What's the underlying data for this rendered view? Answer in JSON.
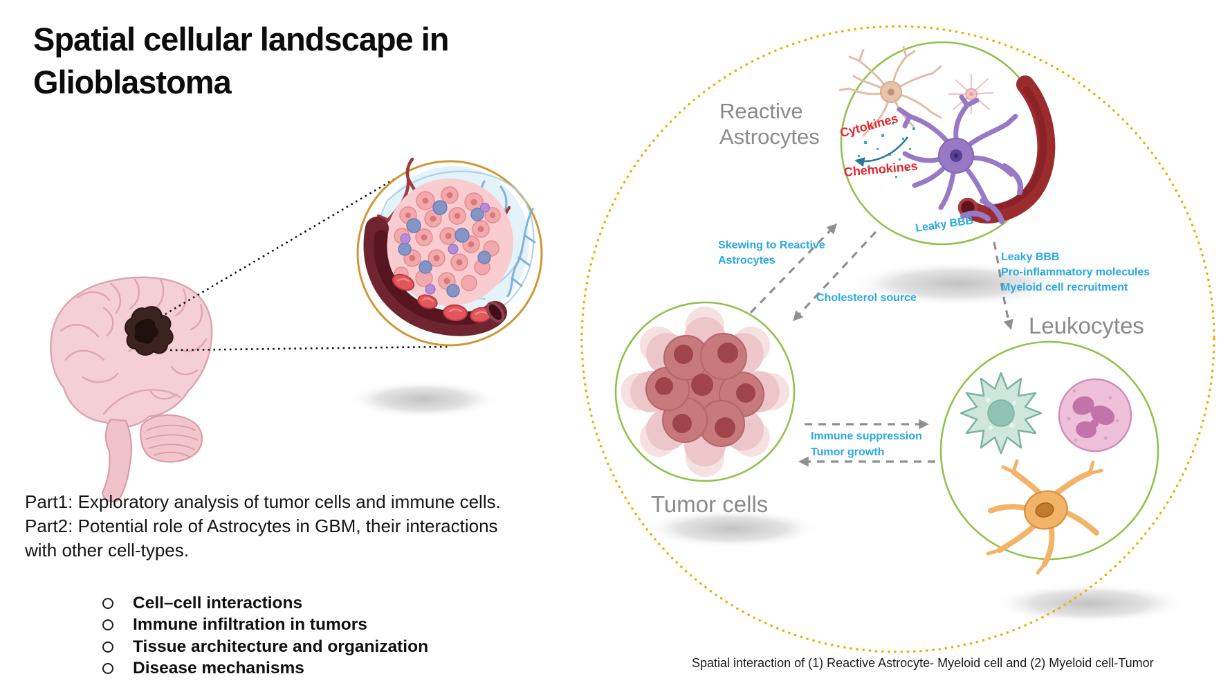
{
  "title": {
    "line1": "Spatial cellular landscape in",
    "line2": "Glioblastoma"
  },
  "intro": {
    "line1": "Part1: Exploratory analysis of tumor cells and immune cells.",
    "line2": "Part2: Potential role of Astrocytes in GBM, their interactions",
    "line3": "with other cell-types."
  },
  "bullets": [
    "Cell–cell interactions",
    "Immune infiltration in tumors",
    "Tissue architecture and organization",
    "Disease mechanisms"
  ],
  "nodes": {
    "reactive_astrocytes": {
      "line1": "Reactive",
      "line2": "Astrocytes"
    },
    "tumor_cells": {
      "label": "Tumor cells"
    },
    "leukocytes": {
      "label": "Leukocytes"
    }
  },
  "edge_labels": {
    "skewing": {
      "line1": "Skewing to Reactive",
      "line2": "Astrocytes"
    },
    "cholesterol": "Cholesterol source",
    "astro_to_leuko": {
      "line1": "Leaky BBB",
      "line2": "Pro-inflammatory molecules",
      "line3": "Myeloid cell recruitment"
    },
    "tumor_leuko": {
      "line1": "Immune suppression",
      "line2": "Tumor growth"
    }
  },
  "astrocyte_annotations": {
    "cytokines": "Cytokines",
    "chemokines": "Chemokines",
    "leaky_bbb": "Leaky BBB"
  },
  "caption": "Spatial interaction of (1) Reactive Astrocyte- Myeloid cell and (2) Myeloid cell-Tumor",
  "colors": {
    "annotation_blue": "#29a9e2",
    "annotation_red": "#e8252b",
    "node_label_gray": "#8a8a8a",
    "node_ring_green": "#8fc24c",
    "outer_ring_yellow": "#f2ae03",
    "arrow_gray": "#8f8f8f",
    "inset_ring_gold": "#cf9733"
  }
}
